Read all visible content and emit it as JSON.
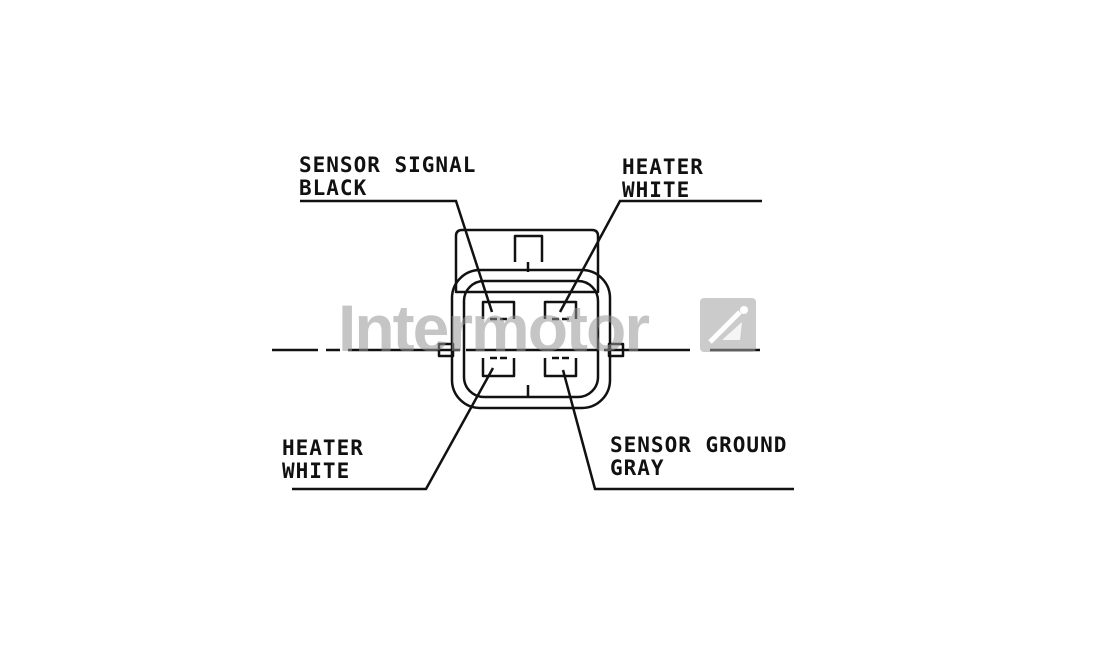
{
  "labels": {
    "top_left": {
      "line1": "SENSOR SIGNAL",
      "line2": "BLACK"
    },
    "top_right": {
      "line1": "HEATER",
      "line2": "WHITE"
    },
    "bottom_left": {
      "line1": "HEATER",
      "line2": "WHITE"
    },
    "bottom_right": {
      "line1": "SENSOR GROUND",
      "line2": "GRAY"
    }
  },
  "watermark": {
    "text": "Intermotor",
    "logo_icon": "intermotor-i-logo-icon"
  },
  "colors": {
    "ink": "#111111",
    "watermark": "#969696"
  }
}
